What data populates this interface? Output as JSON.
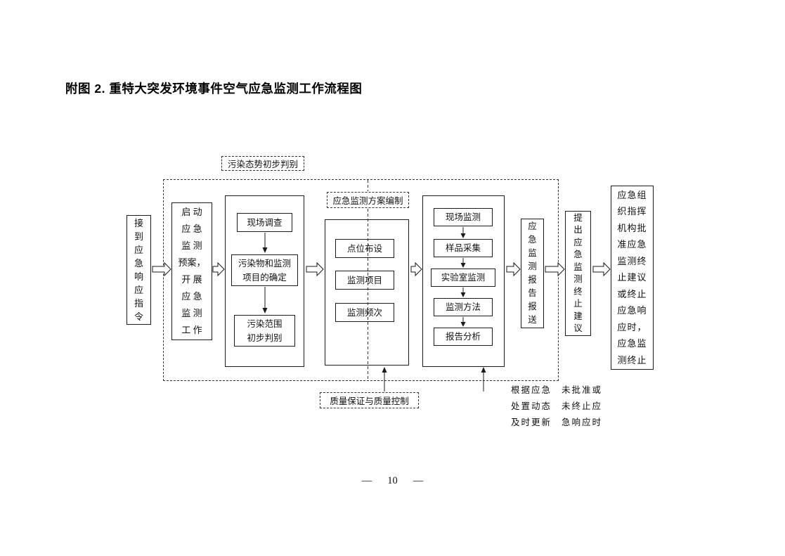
{
  "page": {
    "title": "附图 2.  重特大突发环境事件空气应急监测工作流程图"
  },
  "footer": {
    "parts": [
      "—",
      "10",
      "—"
    ]
  },
  "flowchart": {
    "section_labels": {
      "pollution_judgment": "污染态势初步判别",
      "plan_preparation": "应急监测方案编制",
      "qa_qc": "质量保证与质量控制"
    },
    "nodes": {
      "receive_order": "接到应急响应指令",
      "start_monitoring_lines": [
        "启 动",
        "应 急",
        "监 测",
        "预案，",
        "开 展",
        "应 急",
        "监 测",
        "工 作"
      ],
      "site_survey": "现场调查",
      "pollutant_determination_lines": [
        "污染物和监测",
        "项目的确定"
      ],
      "pollution_scope_lines": [
        "污染范围",
        "初步判别"
      ],
      "point_layout": "点位布设",
      "monitoring_items": "监测项目",
      "monitoring_frequency": "监测频次",
      "site_monitoring": "现场监测",
      "sample_collection": "样品采集",
      "lab_monitoring": "实验室监测",
      "monitoring_method": "监测方法",
      "report_analysis": "报告分析",
      "report_submission": "应急监测报告报送",
      "termination_proposal": "提出应急监测终止建议",
      "termination_approval_lines": [
        "应急组",
        "织指挥",
        "机构批",
        "准应急",
        "监测终",
        "止建议",
        "或终止",
        "应急响",
        "应时，",
        "应急监",
        "测终止"
      ]
    },
    "notes": {
      "update_lines": [
        "根据应急",
        "处置动态",
        "及时更新"
      ],
      "not_approved_lines": [
        "未批准或",
        "未终止应",
        "急响应时"
      ]
    }
  }
}
